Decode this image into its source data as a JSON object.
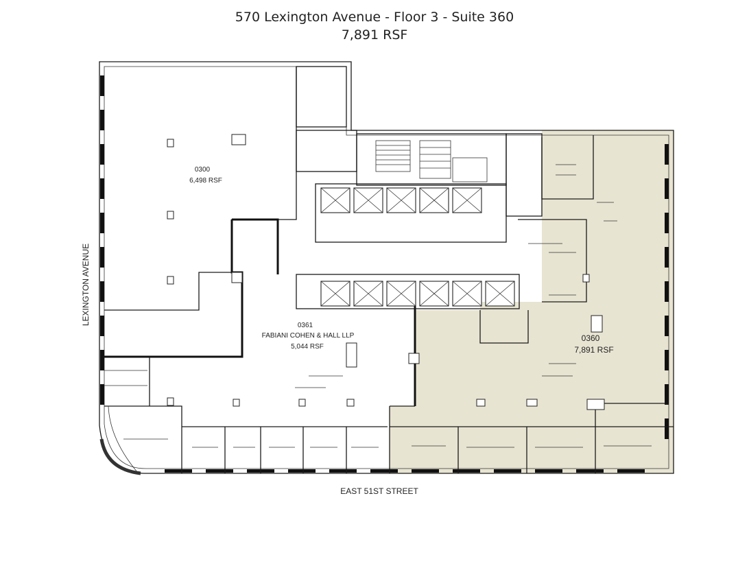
{
  "header": {
    "title": "570 Lexington Avenue - Floor 3 - Suite 360",
    "subtitle": "7,891 RSF"
  },
  "streets": {
    "west": "LEXINGTON AVENUE",
    "south": "EAST 51ST STREET"
  },
  "suites": [
    {
      "number": "0300",
      "tenant": "",
      "area": "6,498  RSF",
      "highlighted": false
    },
    {
      "number": "0361",
      "tenant": "FABIANI COHEN & HALL LLP",
      "area": "5,044  RSF",
      "highlighted": false
    },
    {
      "number": "0360",
      "tenant": "",
      "area": "7,891  RSF",
      "highlighted": true
    }
  ],
  "colors": {
    "highlight": "#e8e4d2",
    "wall": "#1a1a1a",
    "background": "#ffffff"
  }
}
